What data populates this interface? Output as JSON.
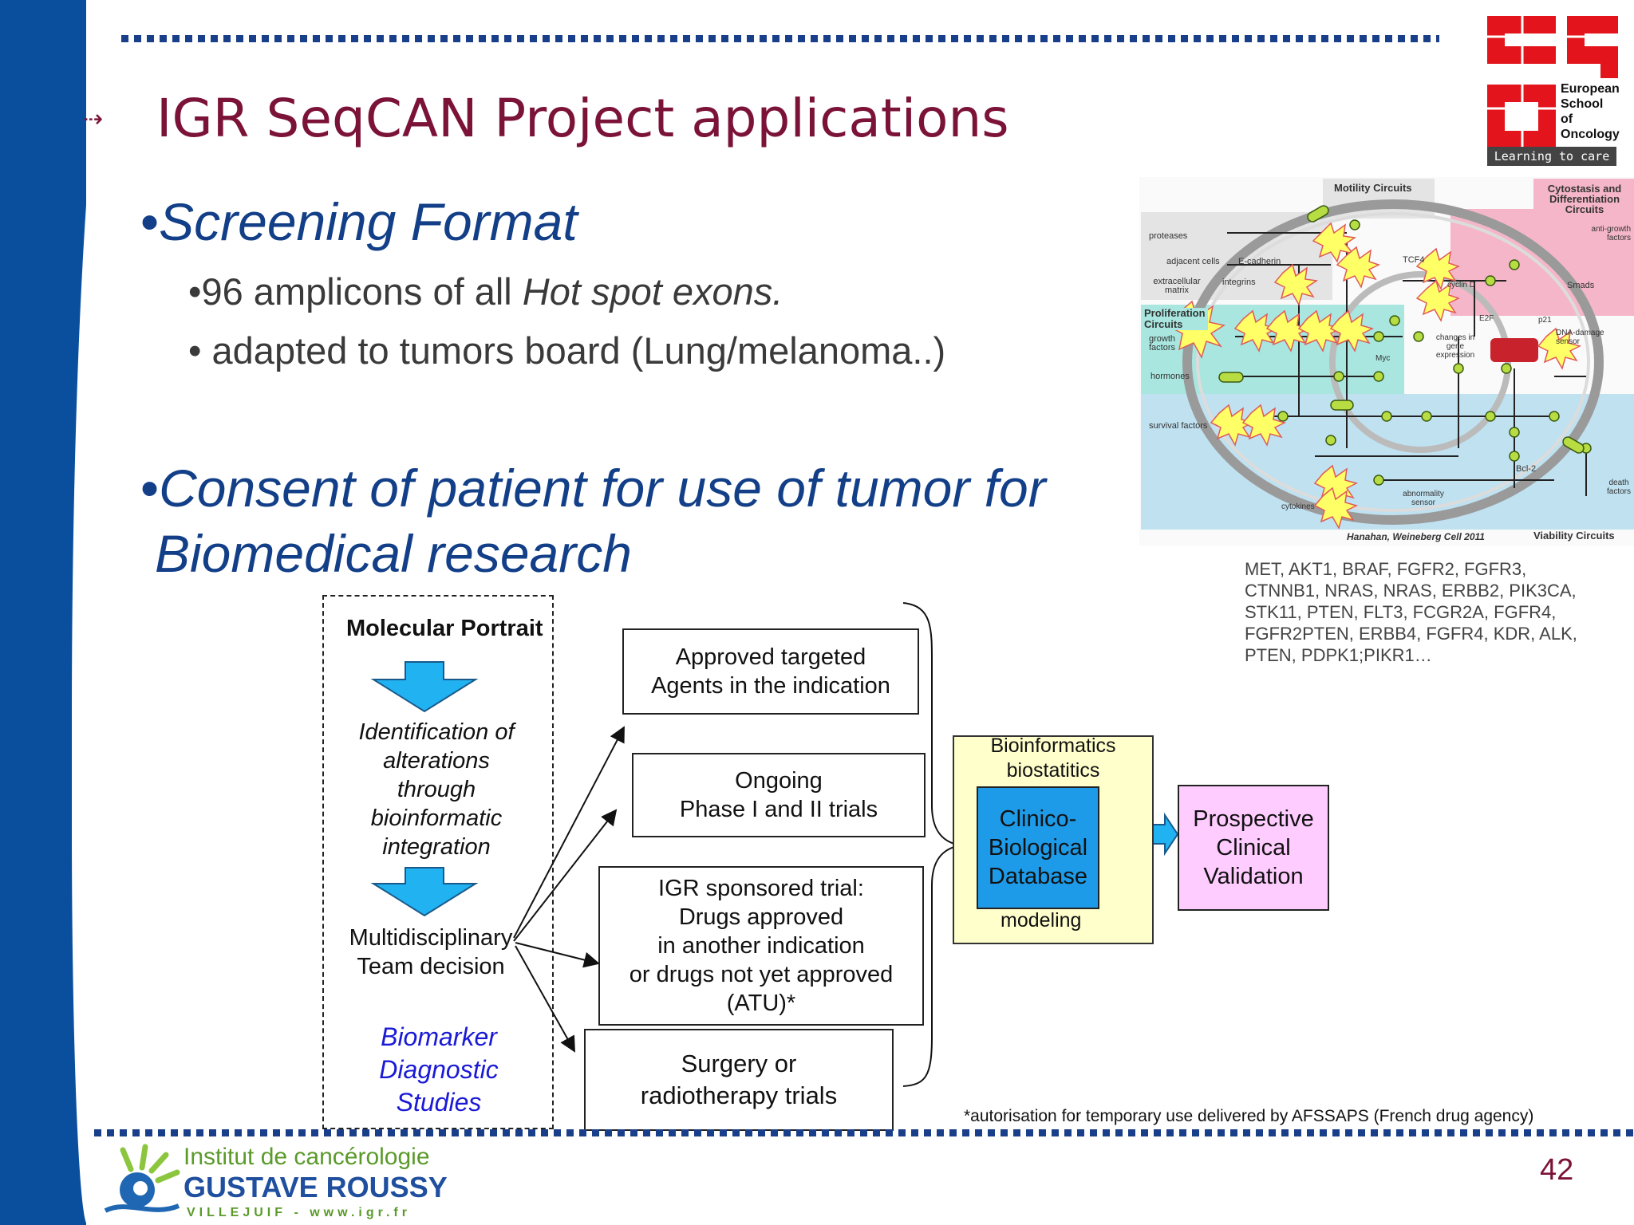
{
  "slide": {
    "title": "IGR SeqCAN Project applications",
    "page_number": "42"
  },
  "bullets": {
    "screening_format": "Screening Format",
    "sub1_prefix": "96 amplicons of all ",
    "sub1_italic": "Hot spot exons.",
    "sub2": "adapted to tumors board (Lung/melanoma..)",
    "consent_line1": "Consent of patient for use of tumor for",
    "consent_line2": "Biomedical research"
  },
  "flow": {
    "portrait_title": "Molecular Portrait",
    "identification": [
      "Identification of",
      "alterations",
      "through",
      "bioinformatic",
      "integration"
    ],
    "mdt": [
      "Multidisciplinary",
      "Team decision"
    ],
    "biomarker": [
      "Biomarker",
      "Diagnostic",
      "Studies"
    ],
    "approved": [
      "Approved targeted",
      "Agents in the indication"
    ],
    "ongoing": [
      "Ongoing",
      "Phase I and II trials"
    ],
    "igr": [
      "IGR sponsored trial:",
      "Drugs approved",
      "in another indication",
      "or drugs not yet approved",
      "(ATU)*"
    ],
    "surgery": [
      "Surgery or",
      "radiotherapy trials"
    ],
    "bioinfo": [
      "Bioinformatics",
      "biostatitics"
    ],
    "clinico": [
      "Clinico-",
      "Biological",
      "Database"
    ],
    "modeling": "modeling",
    "prospective": [
      "Prospective",
      "Clinical",
      "Validation"
    ]
  },
  "genes": [
    "MET, AKT1, BRAF, FGFR2, FGFR3,",
    "CTNNB1, NRAS, NRAS, ERBB2, PIK3CA,",
    "STK11, PTEN, FLT3, FCGR2A, FGFR4,",
    "FGFR2PTEN, ERBB4, FGFR4, KDR, ALK,",
    "PTEN, PDPK1;PIKR1…"
  ],
  "footnote": "*autorisation for temporary use delivered by AFSSAPS (French drug agency)",
  "hallmarks": {
    "motility": "Motility Circuits",
    "cytostasis": "Cytostasis and Differentiation Circuits",
    "proliferation": "Proliferation Circuits",
    "viability": "Viability Circuits",
    "citation": "Hanahan, Weineberg Cell 2011",
    "labels": [
      "proteases",
      "adjacent cells",
      "E-cadherin",
      "extracellular matrix",
      "integrins",
      "TCF4",
      "anti-growth factors",
      "Smads",
      "growth factors",
      "hormones",
      "changes in gene expression",
      "Myc",
      "DNA-damage sensor",
      "p21",
      "survival factors",
      "Bcl-2",
      "abnormality sensor",
      "cytokines",
      "death factors",
      "E2F",
      "cyclin D"
    ]
  },
  "esso": {
    "line1": "European",
    "line2": "School",
    "line3": "of",
    "line4": "Oncology",
    "tagline": "Learning to care"
  },
  "igr_logo": {
    "line1": "Institut de cancérologie",
    "line2": "GUSTAVE ROUSSY",
    "line3": "VILLEJUIF - www.igr.fr"
  },
  "colors": {
    "title": "#7b1237",
    "heading": "#123f87",
    "sidebar": "#0a4f9e",
    "dotted": "#1a3f8a",
    "clinico": "#1e9be8",
    "bioinfo": "#ffffcc",
    "prospective": "#ffccff"
  }
}
